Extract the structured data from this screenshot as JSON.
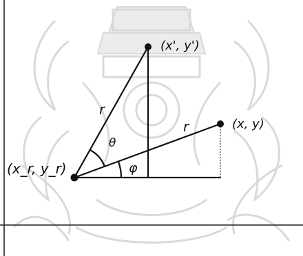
{
  "diagram": {
    "points": {
      "pivot": "(x_r, y_r)",
      "original": "(x, y)",
      "rotated": "(x', y')"
    },
    "segments": {
      "radius_original": "r",
      "radius_rotated": "r"
    },
    "angles": {
      "rotation": "θ",
      "initial": "φ"
    }
  },
  "background": {
    "watermark": "royal-crest-seal"
  },
  "colors": {
    "ink": "#111111",
    "watermark": "#d9d9d9"
  }
}
